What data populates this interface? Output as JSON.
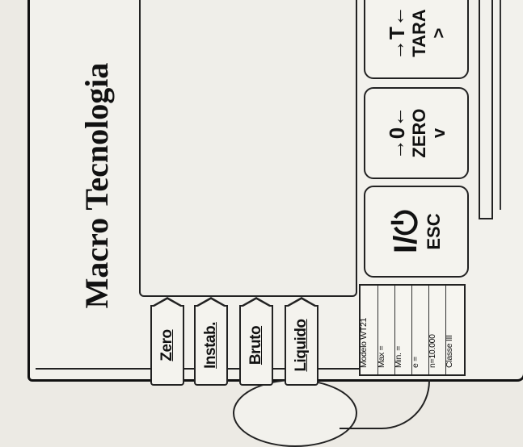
{
  "brand": "Macro Tecnologia",
  "indicators": [
    {
      "label": "Zero"
    },
    {
      "label": "Instab."
    },
    {
      "label": "Bruto"
    },
    {
      "label": "Liquido"
    }
  ],
  "plate": {
    "rows": [
      "Modelo  WT21",
      "Max =",
      "Min. =",
      "e =",
      "n=10.000",
      "Classe  III"
    ]
  },
  "keys": {
    "power": {
      "symbol": "I/⏻",
      "label": "ESC"
    },
    "zero": {
      "symbol": "→0←",
      "label": "ZERO",
      "arrow": "v"
    },
    "tara": {
      "symbol": "→T←",
      "label": "TARA",
      "arrow": ">"
    }
  }
}
